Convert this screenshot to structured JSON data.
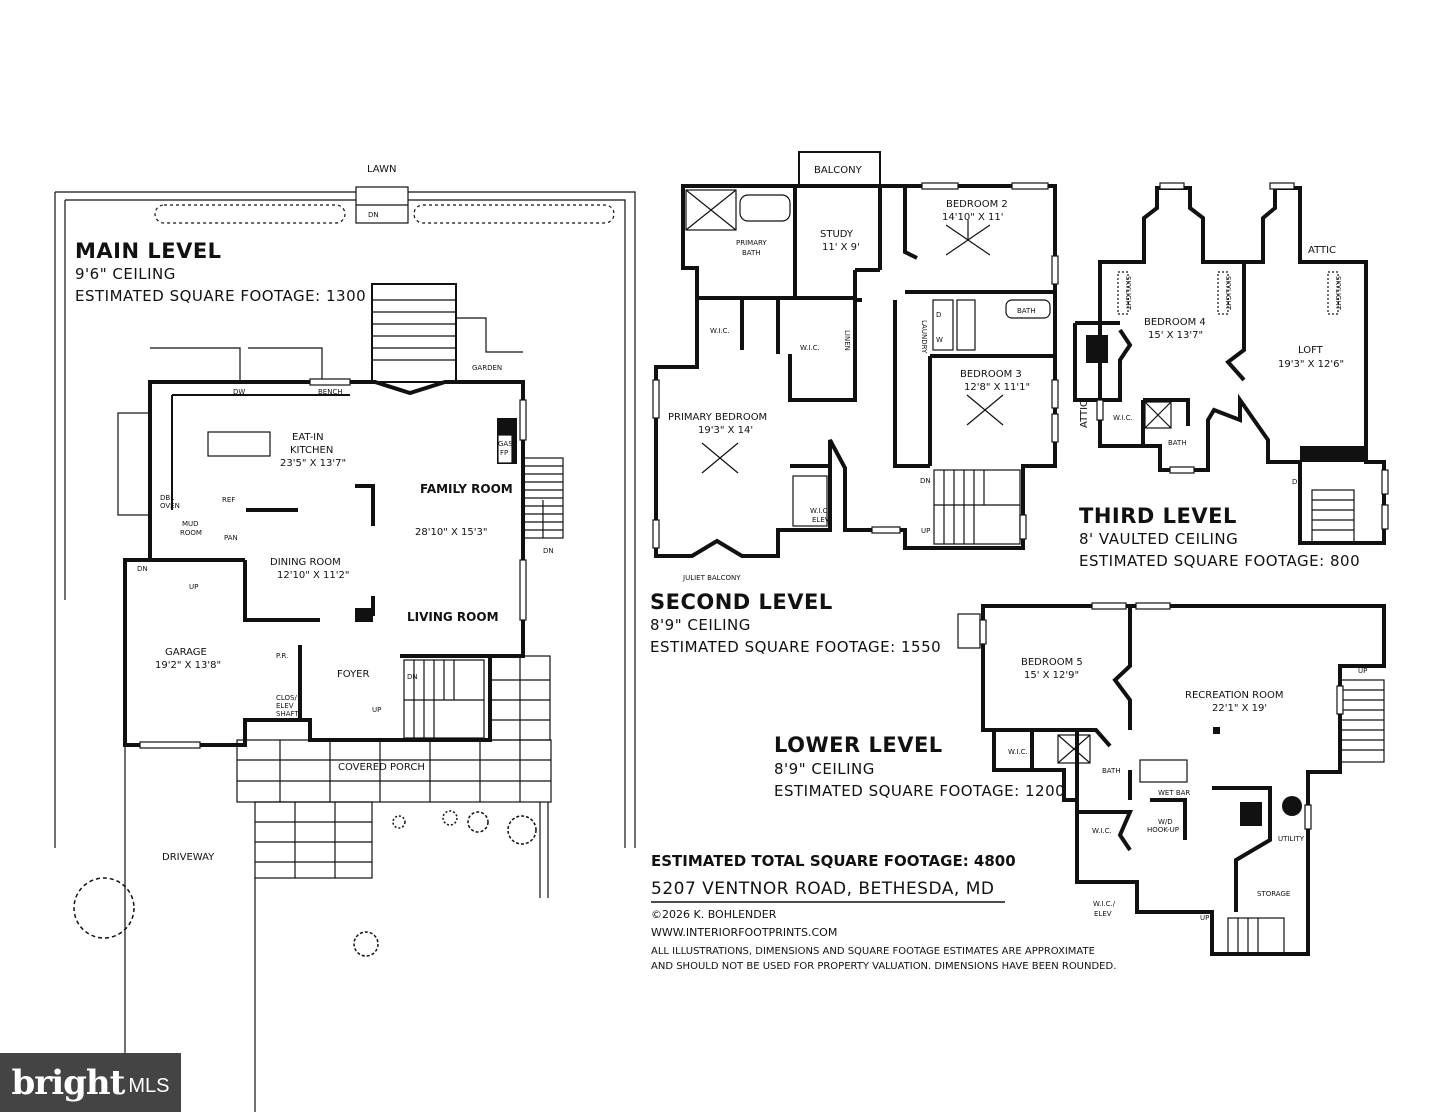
{
  "main_level": {
    "title": "MAIN LEVEL",
    "ceiling": "9'6\" CEILING",
    "sqft": "ESTIMATED SQUARE FOOTAGE: 1300",
    "lawn": "LAWN",
    "garden": "GARDEN",
    "driveway": "DRIVEWAY",
    "covered_porch": "COVERED PORCH",
    "eat_in_kitchen_1": "EAT-IN",
    "eat_in_kitchen_2": "KITCHEN",
    "eat_in_kitchen_dim": "23'5\" X 13'7\"",
    "family_room": "FAMILY ROOM",
    "family_room_dim": "28'10\" X 15'3\"",
    "living_room": "LIVING ROOM",
    "dining_room": "DINING ROOM",
    "dining_room_dim": "12'10\" X 11'2\"",
    "mud_room_1": "MUD",
    "mud_room_2": "ROOM",
    "pan": "PAN",
    "ref": "REF",
    "dw": "DW",
    "bench": "BENCH",
    "dbl_oven_1": "DBL",
    "dbl_oven_2": "OVEN",
    "gas_fp_1": "GAS",
    "gas_fp_2": "FP",
    "garage": "GARAGE",
    "garage_dim": "19'2\" X 13'8\"",
    "pr": "P.R.",
    "foyer": "FOYER",
    "clos_elev_1": "CLOS/",
    "clos_elev_2": "ELEV",
    "clos_elev_3": "SHAFT",
    "dn": "DN",
    "up": "UP"
  },
  "second_level": {
    "title": "SECOND LEVEL",
    "ceiling": "8'9\" CEILING",
    "sqft": "ESTIMATED SQUARE FOOTAGE: 1550",
    "balcony": "BALCONY",
    "study": "STUDY",
    "study_dim": "11' X 9'",
    "primary_bath_1": "PRIMARY",
    "primary_bath_2": "BATH",
    "bedroom2": "BEDROOM 2",
    "bedroom2_dim": "14'10\" X 11'",
    "wic": "W.I.C.",
    "linen": "LINEN",
    "laundry": "LAUNDRY",
    "bath": "BATH",
    "bedroom3": "BEDROOM 3",
    "bedroom3_dim": "12'8\" X 11'1\"",
    "primary_bedroom": "PRIMARY BEDROOM",
    "primary_bedroom_dim": "19'3\" X 14'",
    "wic_elev_1": "W.I.C./",
    "wic_elev_2": "ELEV",
    "juliet_balcony": "JULIET BALCONY",
    "dn": "DN",
    "up": "UP",
    "d": "D",
    "w": "W"
  },
  "third_level": {
    "title": "THIRD LEVEL",
    "ceiling": "8' VAULTED CEILING",
    "sqft": "ESTIMATED SQUARE FOOTAGE: 800",
    "attic": "ATTIC",
    "skylight": "SKYLIGHT",
    "bedroom4": "BEDROOM 4",
    "bedroom4_dim": "15' X 13'7\"",
    "loft": "LOFT",
    "loft_dim": "19'3\" X 12'6\"",
    "wic": "W.I.C.",
    "bath": "BATH",
    "dn": "DN"
  },
  "lower_level": {
    "title": "LOWER LEVEL",
    "ceiling": "8'9\" CEILING",
    "sqft": "ESTIMATED SQUARE FOOTAGE: 1200",
    "bedroom5": "BEDROOM 5",
    "bedroom5_dim": "15' X 12'9\"",
    "recreation_room": "RECREATION ROOM",
    "recreation_room_dim": "22'1\" X 19'",
    "wic": "W.I.C.",
    "bath": "BATH",
    "wet_bar": "WET BAR",
    "wd_1": "W/D",
    "wd_2": "HOOK-UP",
    "utility": "UTILITY",
    "storage": "STORAGE",
    "wic_elev_1": "W.I.C./",
    "wic_elev_2": "ELEV",
    "up": "UP"
  },
  "footer": {
    "total_sqft": "ESTIMATED TOTAL SQUARE FOOTAGE: 4800",
    "address": "5207 VENTNOR ROAD, BETHESDA, MD",
    "copyright": "©2026 K. BOHLENDER",
    "website": "WWW.INTERIORFOOTPRINTS.COM",
    "disclaimer_1": "ALL ILLUSTRATIONS, DIMENSIONS AND SQUARE FOOTAGE ESTIMATES ARE APPROXIMATE",
    "disclaimer_2": "AND  SHOULD NOT BE USED FOR PROPERTY VALUATION. DIMENSIONS HAVE BEEN ROUNDED."
  },
  "watermark": {
    "brand": "bright",
    "mls": "MLS"
  }
}
